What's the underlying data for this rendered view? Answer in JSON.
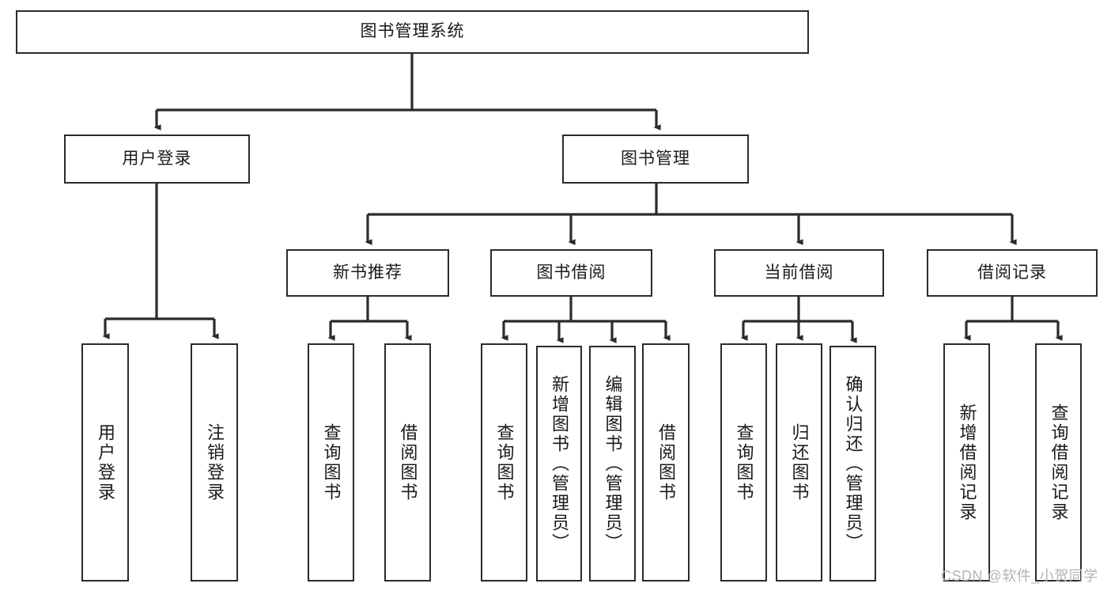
{
  "diagram": {
    "type": "tree",
    "title": "图书管理系统",
    "root": {
      "id": "root",
      "label": "图书管理系统"
    },
    "level1": [
      {
        "id": "user-login",
        "label": "用户登录"
      },
      {
        "id": "book-management",
        "label": "图书管理"
      }
    ],
    "level2": [
      {
        "id": "new-book-recommend",
        "label": "新书推荐",
        "parent": "book-management"
      },
      {
        "id": "book-borrow",
        "label": "图书借阅",
        "parent": "book-management"
      },
      {
        "id": "current-borrow",
        "label": "当前借阅",
        "parent": "book-management"
      },
      {
        "id": "borrow-record",
        "label": "借阅记录",
        "parent": "book-management"
      }
    ],
    "leaves": [
      {
        "id": "leaf-user-login",
        "label": "用户登录",
        "parent": "user-login"
      },
      {
        "id": "leaf-logout-login",
        "label": "注销登录",
        "parent": "user-login"
      },
      {
        "id": "leaf-query-book-1",
        "label": "查询图书",
        "parent": "new-book-recommend"
      },
      {
        "id": "leaf-borrow-book-1",
        "label": "借阅图书",
        "parent": "new-book-recommend"
      },
      {
        "id": "leaf-query-book-2",
        "label": "查询图书",
        "parent": "book-borrow"
      },
      {
        "id": "leaf-add-book",
        "label": "新增图书（管理员）",
        "parent": "book-borrow"
      },
      {
        "id": "leaf-edit-book",
        "label": "编辑图书（管理员）",
        "parent": "book-borrow"
      },
      {
        "id": "leaf-borrow-book-2",
        "label": "借阅图书",
        "parent": "book-borrow"
      },
      {
        "id": "leaf-query-book-3",
        "label": "查询图书",
        "parent": "current-borrow"
      },
      {
        "id": "leaf-return-book",
        "label": "归还图书",
        "parent": "current-borrow"
      },
      {
        "id": "leaf-confirm-return",
        "label": "确认归还（管理员）",
        "parent": "current-borrow"
      },
      {
        "id": "leaf-add-record",
        "label": "新增借阅记录",
        "parent": "borrow-record"
      },
      {
        "id": "leaf-query-record",
        "label": "查询借阅记录",
        "parent": "borrow-record"
      }
    ],
    "watermark": "CSDN @软件_小贺同学",
    "colors": {
      "stroke": "#2b2b2b",
      "background": "#ffffff",
      "text": "#1a1a1a",
      "watermark": "#b4b4b4"
    }
  }
}
